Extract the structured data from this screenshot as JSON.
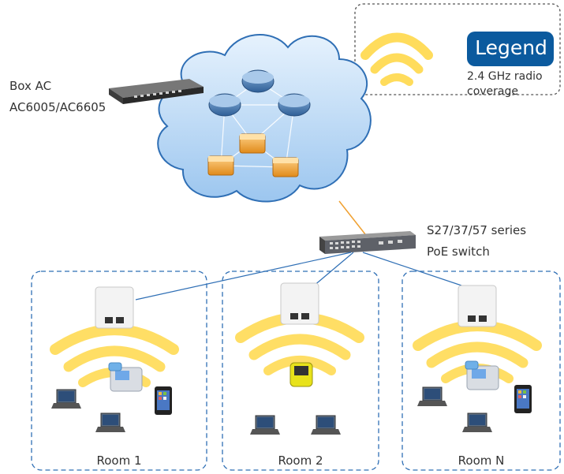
{
  "legend": {
    "title": "Legend",
    "description_line1": "2.4 GHz radio",
    "description_line2": "coverage"
  },
  "controller": {
    "label_line1": "Box AC",
    "label_line2": "AC6005/AC6605"
  },
  "switch": {
    "label_line1": "S27/37/57 series",
    "label_line2": "PoE switch"
  },
  "rooms": [
    {
      "label": "Room 1"
    },
    {
      "label": "Room 2"
    },
    {
      "label": "Room N"
    }
  ],
  "colors": {
    "legend_badge": "#0b5a9e",
    "cloud_fill": "#bcd9f5",
    "cloud_stroke": "#2f6fb5",
    "wifi_wave": "#f7c300",
    "room_border": "#2f6fb5",
    "uplink_line": "#f0a030",
    "ap_link_line": "#2f6fb5"
  }
}
